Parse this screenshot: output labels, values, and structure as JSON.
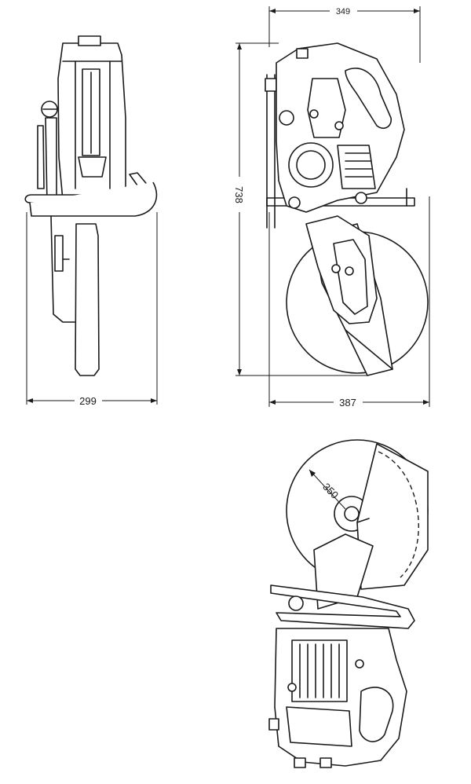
{
  "dimensions": {
    "side_width": "299",
    "top_width": "349",
    "front_height": "738",
    "front_width": "387",
    "blade_diameter": "350"
  }
}
